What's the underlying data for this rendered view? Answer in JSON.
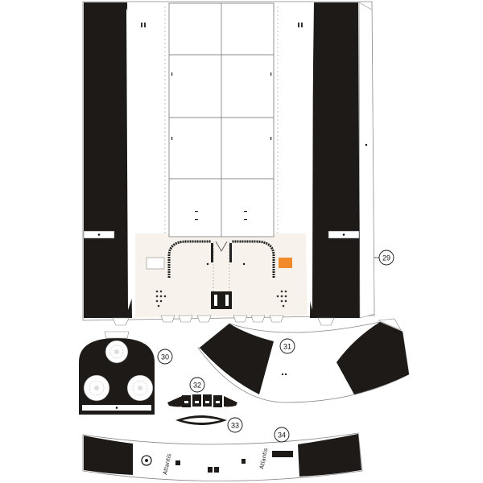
{
  "parts": [
    {
      "id": "part-29",
      "number": "29"
    },
    {
      "id": "part-30",
      "number": "30"
    },
    {
      "id": "part-31",
      "number": "31"
    },
    {
      "id": "part-32",
      "number": "32"
    },
    {
      "id": "part-33",
      "number": "33"
    },
    {
      "id": "part-34",
      "number": "34"
    }
  ],
  "strip_labels": {
    "left": "Atlantis",
    "right": "Atlantis"
  },
  "colors": {
    "ink": "#1e1a18",
    "paper": "#ffffff",
    "cream": "#f7f3ec",
    "accent_orange": "#f08a2a",
    "line": "#777777"
  }
}
